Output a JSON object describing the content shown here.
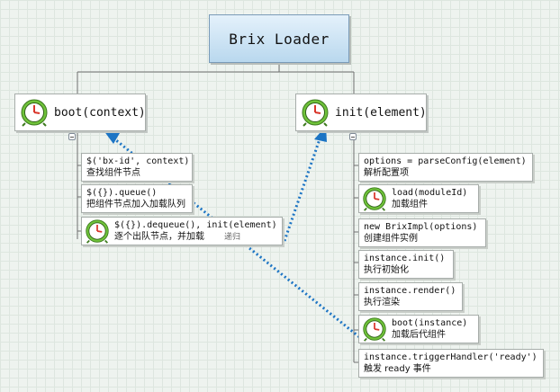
{
  "root": {
    "title": "Brix Loader"
  },
  "boot": {
    "title": "boot(context)",
    "steps": [
      {
        "code": "$('bx-id', context)",
        "desc": "查找组件节点",
        "icon": ""
      },
      {
        "code": "$({}).queue()",
        "desc": "把组件节点加入加载队列",
        "icon": ""
      },
      {
        "code": "$({}).dequeue(), init(element)",
        "desc": "逐个出队节点，并加载",
        "icon": "clock-icon"
      }
    ]
  },
  "init": {
    "title": "init(element)",
    "steps": [
      {
        "code": "options = parseConfig(element)",
        "desc": "解析配置项",
        "icon": ""
      },
      {
        "code": "load(moduleId)",
        "desc": "加载组件",
        "icon": "clock-icon"
      },
      {
        "code": "new BrixImpl(options)",
        "desc": "创建组件实例",
        "icon": ""
      },
      {
        "code": "instance.init()",
        "desc": "执行初始化",
        "icon": ""
      },
      {
        "code": "instance.render()",
        "desc": "执行渲染",
        "icon": ""
      },
      {
        "code": "boot(instance)",
        "desc": "加载后代组件",
        "icon": "clock-icon"
      },
      {
        "code": "instance.triggerHandler('ready')",
        "desc": "触发 ready 事件",
        "icon": ""
      }
    ]
  },
  "arrow_label": "递归",
  "colors": {
    "arrow": "#1c74c4",
    "clock_green": "#6fc23a",
    "clock_red": "#d9362b"
  }
}
